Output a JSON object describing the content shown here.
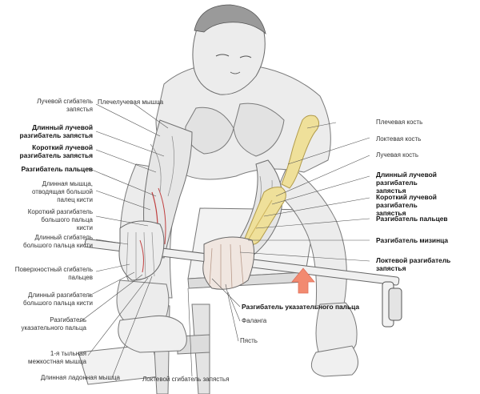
{
  "labels": {
    "left": [
      {
        "id": "flexor-carpi-radialis",
        "text": "Лучевой сгибатель\nзапястья",
        "bold": false
      },
      {
        "id": "ext-carpi-radialis-longus",
        "text": "Длинный лучевой\nразгибатель запястья",
        "bold": true
      },
      {
        "id": "ext-carpi-radialis-brevis",
        "text": "Короткий лучевой\nразгибатель запястья",
        "bold": true
      },
      {
        "id": "ext-digitorum",
        "text": "Разгибатель пальцев",
        "bold": true
      },
      {
        "id": "abd-pollicis-longus",
        "text": "Длинная мышца,\nотводящая большой\nпалец кисти",
        "bold": false
      },
      {
        "id": "ext-pollicis-brevis",
        "text": "Короткий разгибатель\nбольшого пальца\nкисти",
        "bold": false
      },
      {
        "id": "flex-pollicis-longus",
        "text": "Длинный сгибатель\nбольшого пальца кисти",
        "bold": false
      },
      {
        "id": "flex-dig-superficialis",
        "text": "Поверхностный сгибатель\nпальцев",
        "bold": false
      },
      {
        "id": "ext-pollicis-longus",
        "text": "Длинный разгибатель\nбольшого пальца кисти",
        "bold": false
      },
      {
        "id": "ext-indicis-left",
        "text": "Разгибатель\nуказательного пальца",
        "bold": false
      },
      {
        "id": "dorsal-interosseous",
        "text": "1-я тыльная\nмежкостная мышца",
        "bold": false
      },
      {
        "id": "palmaris-longus",
        "text": "Длинная ладонная мышца",
        "bold": false
      }
    ],
    "top": {
      "id": "brachioradialis",
      "text": "Плечелучевая мышца",
      "bold": false
    },
    "right": [
      {
        "id": "humerus",
        "text": "Плечевая кость",
        "bold": false
      },
      {
        "id": "ulna",
        "text": "Локтевая кость",
        "bold": false
      },
      {
        "id": "radius",
        "text": "Лучевая кость",
        "bold": false
      },
      {
        "id": "r-ext-carpi-radialis-longus",
        "text": "Длинный лучевой разгибатель\nзапястья",
        "bold": true
      },
      {
        "id": "r-ext-carpi-radialis-brevis",
        "text": "Короткий лучевой разгибатель\nзапястья",
        "bold": true
      },
      {
        "id": "r-ext-digitorum",
        "text": "Разгибатель пальцев",
        "bold": true
      },
      {
        "id": "ext-digiti-minimi",
        "text": "Разгибатель мизинца",
        "bold": true
      },
      {
        "id": "ext-carpi-ulnaris",
        "text": "Локтевой разгибатель\nзапястья",
        "bold": true
      }
    ],
    "bottom": [
      {
        "id": "ext-indicis-bottom",
        "text": "Разгибатель указательного пальца",
        "bold": true
      },
      {
        "id": "phalanx",
        "text": "Фаланга",
        "bold": false
      },
      {
        "id": "wrist",
        "text": "Пясть",
        "bold": false
      },
      {
        "id": "flex-carpi-ulnaris",
        "text": "Локтевой сгибатель запястья",
        "bold": false
      }
    ]
  },
  "colors": {
    "leader": "#555555",
    "bone": "#efe09a",
    "bone_shade": "#cdb35c",
    "skin": "#e9e9e9",
    "muscle_line": "#8a8a8a",
    "tendon": "#f3d8c8",
    "arrow": "#f28a70"
  },
  "icons": {
    "motion-arrow": "up-arrow"
  }
}
